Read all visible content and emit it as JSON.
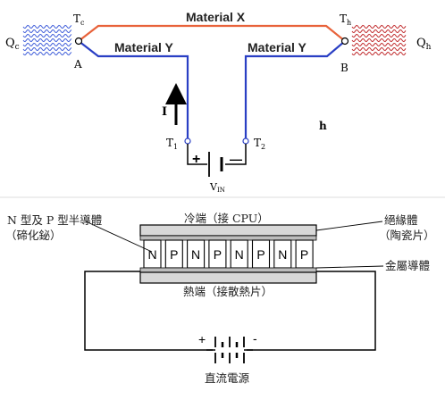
{
  "top_diagram": {
    "material_x": "Material X",
    "material_y_left": "Material Y",
    "material_y_right": "Material Y",
    "q_c": "Q",
    "q_c_sub": "c",
    "q_h": "Q",
    "q_h_sub": "h",
    "t_c": "T",
    "t_c_sub": "c",
    "t_h": "T",
    "t_h_sub": "h",
    "junction_a": "A",
    "junction_b": "B",
    "current": "I",
    "t1": "T",
    "t1_sub": "1",
    "t2": "T",
    "t2_sub": "2",
    "plus": "+",
    "minus": "—",
    "voltage": "V",
    "voltage_sub": "IN",
    "stray_h": "h",
    "colors": {
      "material_x_wire": "#e8623a",
      "material_y_wire": "#2a3fc4",
      "cold_wave": "#3c5bd8",
      "hot_wave": "#c0282a"
    }
  },
  "bottom_diagram": {
    "nptype_line1": "N 型及 P 型半導體",
    "nptype_line2": "（碲化鉍）",
    "cold_side": "冷端（接 CPU）",
    "hot_side": "熱端（接散熱片）",
    "insulator_line1": "絕緣體",
    "insulator_line2": "（陶瓷片）",
    "metal_conductor": "金屬導體",
    "dc_source": "直流電源",
    "plus": "+",
    "minus": "-",
    "elements": [
      "N",
      "P",
      "N",
      "P",
      "N",
      "P",
      "N",
      "P"
    ]
  }
}
